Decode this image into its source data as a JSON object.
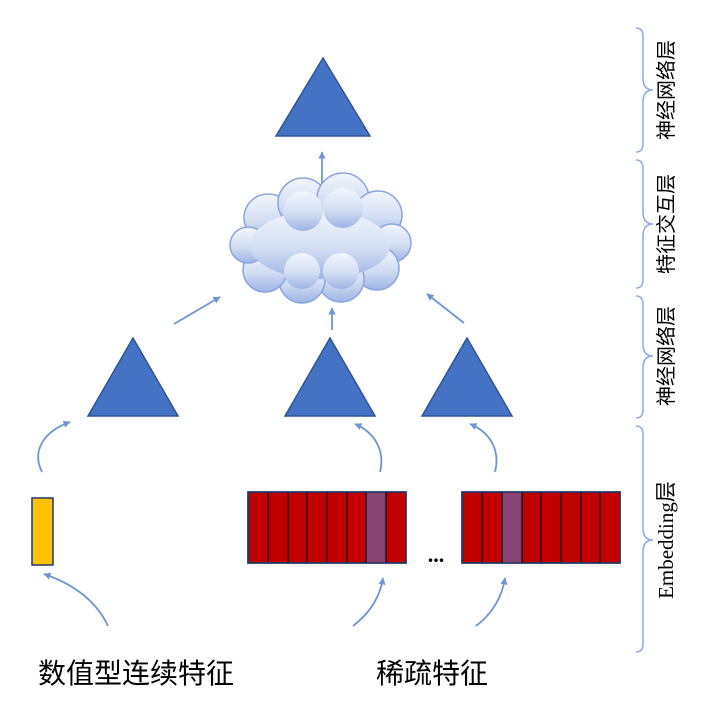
{
  "layers": {
    "nn_top": "神经网络层",
    "interaction": "特征交互层",
    "nn_mid": "神经网络层",
    "embedding": "Embedding层"
  },
  "inputs": {
    "numeric": "数值型连续特征",
    "sparse": "稀疏特征",
    "ellipsis": "..."
  },
  "colors": {
    "triangle": "#4472C4",
    "triangle_stroke": "#2F5597",
    "arrow": "#6F96D1",
    "brace": "#8FAADC",
    "embedding_cell": "#C00000",
    "embedding_highlight": "#8A4473",
    "numeric_cell": "#FFC000",
    "cloud_top": "#F2F6FC",
    "cloud_bottom": "#9DB4E6"
  },
  "icons": [
    "triangle-shape",
    "cloud-shape",
    "arrow-icon",
    "brace-icon"
  ]
}
